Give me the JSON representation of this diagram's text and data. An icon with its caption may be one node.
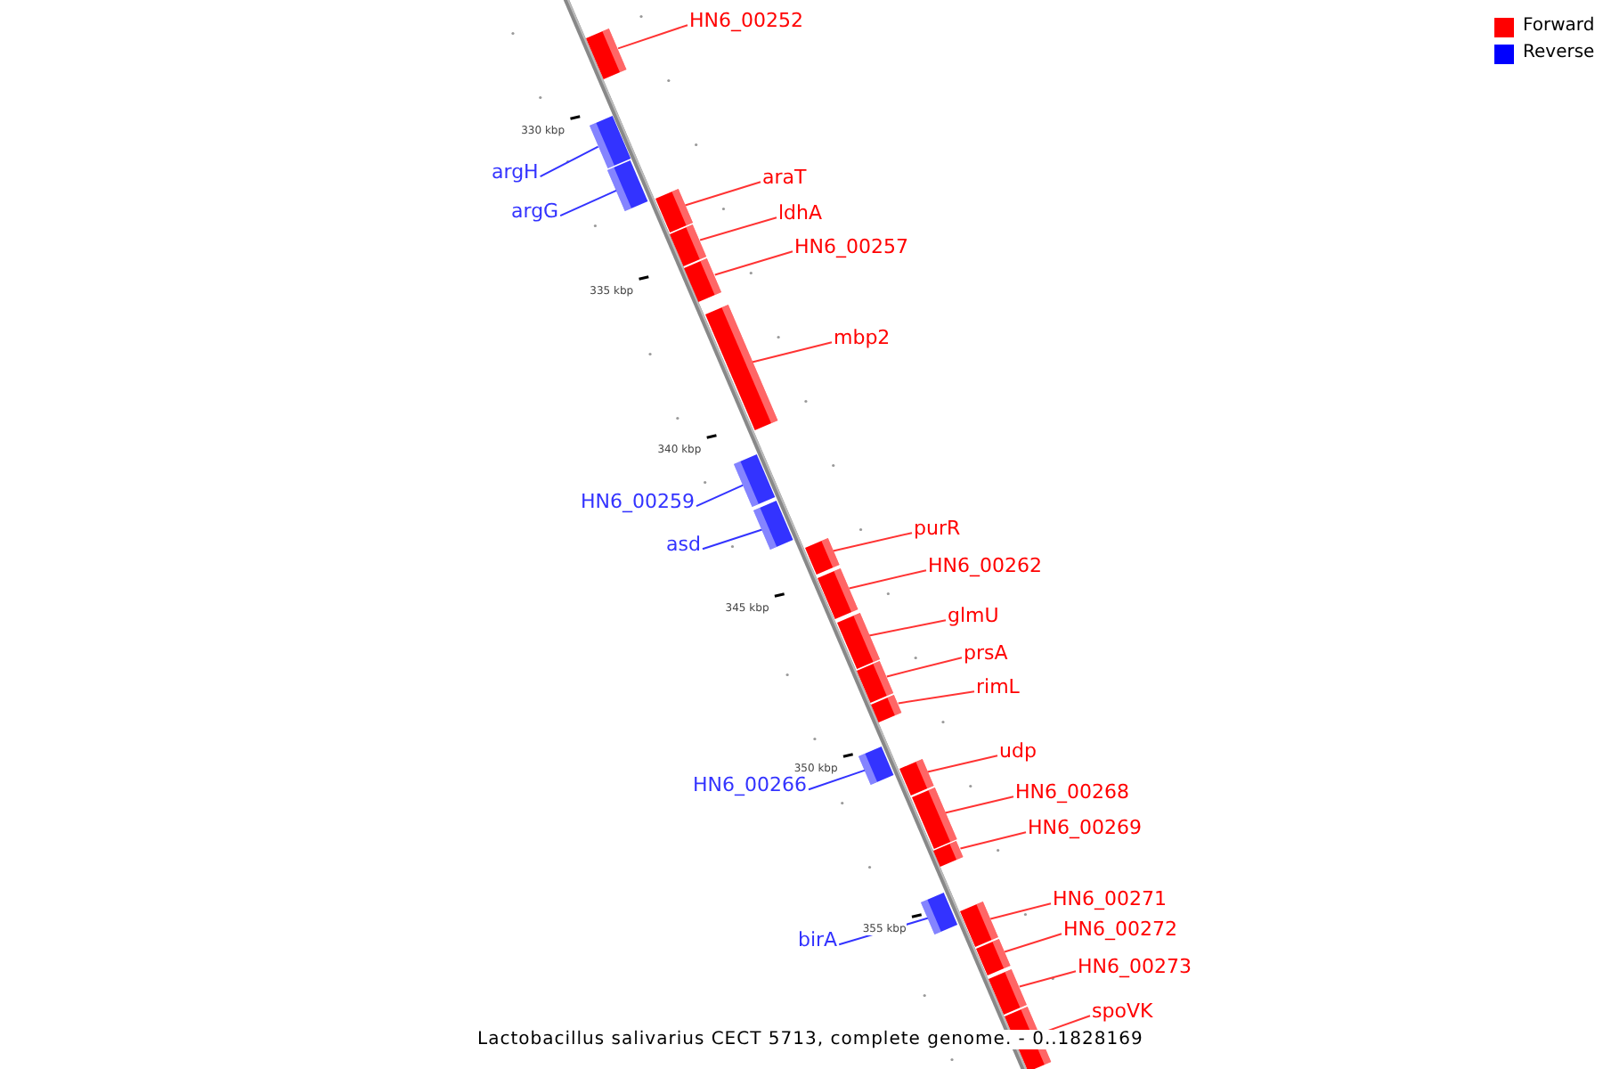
{
  "diagram": {
    "caption": "Lactobacillus salivarius CECT 5713, complete genome. - 0..1828169",
    "nodes": [
      {
        "text": [
          "HN6_00252"
        ]
      },
      {
        "text": [],
        "shape": "bar"
      },
      {
        "text": [
          "argH"
        ]
      },
      {
        "text": [],
        "shape": "bar"
      },
      {
        "text": [
          "argG"
        ]
      },
      {
        "text": [],
        "shape": "bar"
      },
      {
        "text": [
          "araT"
        ]
      },
      {
        "text": [],
        "shape": "bar"
      },
      {
        "text": [
          "ldhA"
        ]
      },
      {
        "text": [],
        "shape": "bar"
      },
      {
        "text": [
          "HN6_00257"
        ]
      },
      {
        "text": [],
        "shape": "bar"
      },
      {
        "text": [
          "mbp2"
        ]
      },
      {
        "text": [],
        "shape": "bar"
      },
      {
        "text": [
          "HN6_00259"
        ]
      },
      {
        "text": [],
        "shape": "bar"
      },
      {
        "text": [
          "asd"
        ]
      },
      {
        "text": [],
        "shape": "bar"
      },
      {
        "text": [
          "purR"
        ]
      },
      {
        "text": [],
        "shape": "bar"
      },
      {
        "text": [
          "HN6_00262"
        ]
      },
      {
        "text": [],
        "shape": "bar"
      },
      {
        "text": [
          "glmU"
        ]
      },
      {
        "text": [],
        "shape": "bar"
      },
      {
        "text": [
          "prsA"
        ]
      },
      {
        "text": [],
        "shape": "bar"
      },
      {
        "text": [
          "rimL"
        ]
      },
      {
        "text": [],
        "shape": "bar"
      },
      {
        "text": [
          "HN6_00266"
        ]
      },
      {
        "text": [],
        "shape": "bar"
      },
      {
        "text": [
          "udp"
        ]
      },
      {
        "text": [],
        "shape": "bar"
      },
      {
        "text": [
          "HN6_00268"
        ]
      },
      {
        "text": [],
        "shape": "bar"
      },
      {
        "text": [
          "HN6_00269"
        ]
      },
      {
        "text": [],
        "shape": "bar"
      },
      {
        "text": [
          "birA"
        ]
      },
      {
        "text": [],
        "shape": "bar"
      },
      {
        "text": [
          "HN6_00271"
        ]
      },
      {
        "text": [],
        "shape": "bar"
      },
      {
        "text": [
          "HN6_00272"
        ]
      },
      {
        "text": [],
        "shape": "bar"
      },
      {
        "text": [
          "HN6_00273"
        ]
      },
      {
        "text": [],
        "shape": "bar"
      },
      {
        "text": [
          "spoVK"
        ]
      },
      {
        "text": [],
        "shape": "bar"
      }
    ],
    "edges": [
      {
        "from": 0,
        "to": 1,
        "arrow": "none"
      },
      {
        "from": 2,
        "to": 3,
        "arrow": "none",
        "color": "#3333ff"
      },
      {
        "from": 4,
        "to": 5,
        "arrow": "none",
        "color": "#3333ff"
      },
      {
        "from": 6,
        "to": 7,
        "arrow": "none"
      },
      {
        "from": 8,
        "to": 9,
        "arrow": "none"
      },
      {
        "from": 10,
        "to": 11,
        "arrow": "none"
      },
      {
        "from": 12,
        "to": 13,
        "arrow": "none"
      },
      {
        "from": 14,
        "to": 15,
        "arrow": "none",
        "color": "#3333ff"
      },
      {
        "from": 16,
        "to": 17,
        "arrow": "none",
        "color": "#3333ff"
      },
      {
        "from": 18,
        "to": 19,
        "arrow": "none"
      },
      {
        "from": 20,
        "to": 21,
        "arrow": "none"
      },
      {
        "from": 22,
        "to": 23,
        "arrow": "none"
      },
      {
        "from": 24,
        "to": 25,
        "arrow": "none"
      },
      {
        "from": 26,
        "to": 27,
        "arrow": "none"
      },
      {
        "from": 28,
        "to": 29,
        "arrow": "none",
        "color": "#3333ff"
      },
      {
        "from": 30,
        "to": 31,
        "arrow": "none"
      },
      {
        "from": 32,
        "to": 33,
        "arrow": "none"
      },
      {
        "from": 34,
        "to": 35,
        "arrow": "none"
      },
      {
        "from": 36,
        "to": 37,
        "arrow": "none",
        "color": "#3333ff"
      },
      {
        "from": 38,
        "to": 39,
        "arrow": "none"
      },
      {
        "from": 40,
        "to": 41,
        "arrow": "none"
      },
      {
        "from": 42,
        "to": 43,
        "arrow": "none"
      },
      {
        "from": 44,
        "to": 45,
        "arrow": "none"
      }
    ],
    "labels": [
      "330 kbp",
      "335 kbp",
      "340 kbp",
      "345 kbp",
      "350 kbp",
      "355 kbp"
    ],
    "legend": [
      {
        "text": "Forward",
        "color": "#ff0000"
      },
      {
        "text": "Reverse",
        "color": "#0000ff"
      }
    ]
  }
}
